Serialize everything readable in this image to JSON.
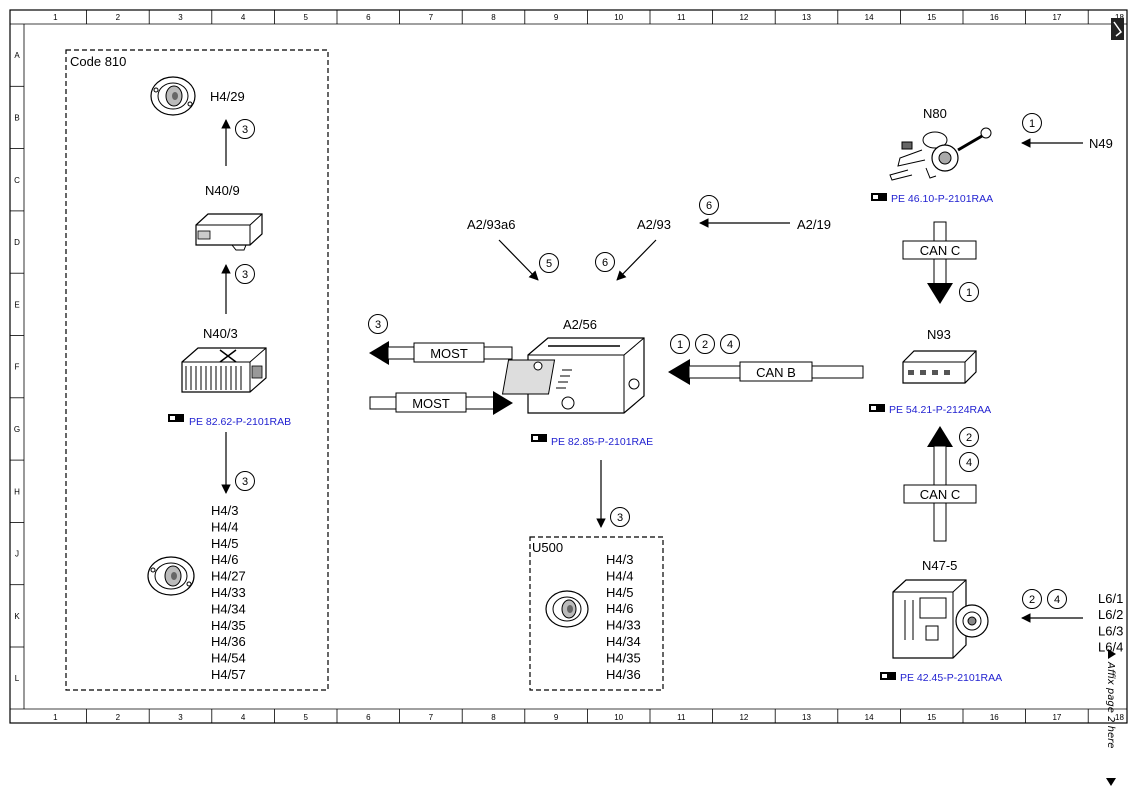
{
  "ruler": {
    "columns": [
      "1",
      "2",
      "3",
      "4",
      "5",
      "6",
      "7",
      "8",
      "9",
      "10",
      "11",
      "12",
      "13",
      "14",
      "15",
      "16",
      "17",
      "18"
    ],
    "rows": [
      "A",
      "B",
      "C",
      "D",
      "E",
      "F",
      "G",
      "H",
      "J",
      "K",
      "L"
    ]
  },
  "code_box": {
    "title": "Code 810",
    "h4_29": "H4/29",
    "n40_9": "N40/9",
    "n40_3": "N40/3",
    "ref_n40_3": "PE 82.62-P-2101RAB",
    "list": [
      "H4/3",
      "H4/4",
      "H4/5",
      "H4/6",
      "H4/27",
      "H4/33",
      "H4/34",
      "H4/35",
      "H4/36",
      "H4/54",
      "H4/57"
    ],
    "circle": "3"
  },
  "center": {
    "a2_93a6": "A2/93a6",
    "a2_93": "A2/93",
    "a2_19": "A2/19",
    "a2_56": "A2/56",
    "ref_a2_56": "PE 82.85-P-2101RAE",
    "most_out": "MOST",
    "most_in": "MOST",
    "can_b": "CAN B",
    "circles_can_b": [
      "1",
      "2",
      "4"
    ],
    "c3": "3",
    "c5": "5",
    "c6": "6"
  },
  "u500": {
    "title": "U500",
    "list": [
      "H4/3",
      "H4/4",
      "H4/5",
      "H4/6",
      "H4/33",
      "H4/34",
      "H4/35",
      "H4/36"
    ]
  },
  "right": {
    "n80": "N80",
    "n49": "N49",
    "ref_n80": "PE 46.10-P-2101RAA",
    "can_c_top": "CAN C",
    "n93": "N93",
    "ref_n93": "PE 54.21-P-2124RAA",
    "can_c_bottom": "CAN C",
    "n47_5": "N47-5",
    "ref_n47_5": "PE 42.45-P-2101RAA",
    "l6": [
      "L6/1",
      "L6/2",
      "L6/3",
      "L6/4"
    ],
    "c1": "1",
    "c2": "2",
    "c4": "4"
  },
  "side_note": "Affix page 2 here"
}
